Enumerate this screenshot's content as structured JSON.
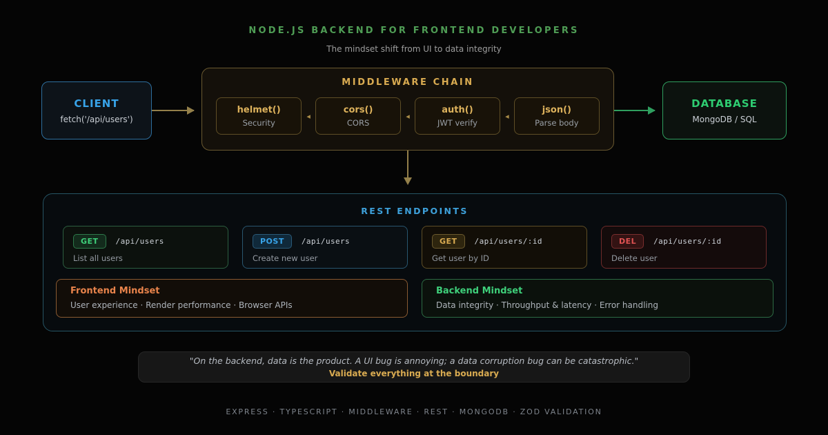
{
  "header": {
    "title": "NODE.JS BACKEND FOR FRONTEND DEVELOPERS",
    "subtitle": "The mindset shift from UI to data integrity"
  },
  "flow": {
    "client": {
      "title": "CLIENT",
      "code": "fetch('/api/users')"
    },
    "middleware": {
      "title": "MIDDLEWARE CHAIN",
      "separator_glyph": "◂",
      "items": [
        {
          "name": "helmet()",
          "desc": "Security"
        },
        {
          "name": "cors()",
          "desc": "CORS"
        },
        {
          "name": "auth()",
          "desc": "JWT verify"
        },
        {
          "name": "json()",
          "desc": "Parse body"
        }
      ]
    },
    "database": {
      "title": "DATABASE",
      "subtitle": "MongoDB / SQL"
    }
  },
  "endpoints": {
    "title": "REST ENDPOINTS",
    "items": [
      {
        "method": "GET",
        "path": "/api/users",
        "desc": "List all users",
        "color": "#3ecf7a"
      },
      {
        "method": "POST",
        "path": "/api/users",
        "desc": "Create new user",
        "color": "#38a3e8"
      },
      {
        "method": "GET",
        "path": "/api/users/:id",
        "desc": "Get user by ID",
        "color": "#d9ab51"
      },
      {
        "method": "DEL",
        "path": "/api/users/:id",
        "desc": "Delete user",
        "color": "#e05252"
      }
    ],
    "mindsets": [
      {
        "title": "Frontend Mindset",
        "desc": "User experience · Render performance · Browser APIs"
      },
      {
        "title": "Backend Mindset",
        "desc": "Data integrity · Throughput & latency · Error handling"
      }
    ]
  },
  "quote": {
    "text": "\"On the backend, data is the product. A UI bug is annoying; a data corruption bug can be catastrophic.\"",
    "highlight": "Validate everything at the boundary"
  },
  "footer": "EXPRESS · TYPESCRIPT · MIDDLEWARE · REST · MONGODB · ZOD VALIDATION",
  "colors": {
    "accent_green": "#4f9d55",
    "bright_green": "#2ecc71",
    "green_mid": "#3ecf7a",
    "blue": "#38a3e8",
    "blue_title": "#3da0da",
    "amber": "#d9ab51",
    "amber_fn": "#ddb25c",
    "olive": "#94804a",
    "orange": "#e8834b",
    "red": "#e05252"
  }
}
